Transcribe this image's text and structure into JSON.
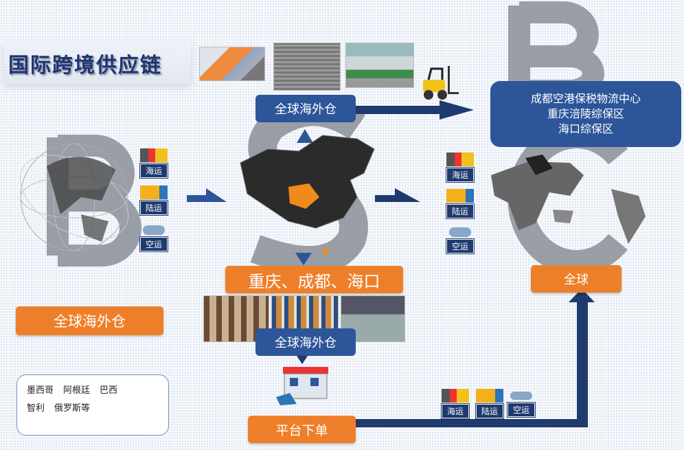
{
  "title": "国际跨境供应链",
  "top_warehouse_label": "全球海外仓",
  "zones": [
    "成都空港保税物流中心",
    "重庆涪陵综保区",
    "海口综保区"
  ],
  "cities_label": "重庆、成都、海口",
  "bottom_warehouse_label": "全球海外仓",
  "order_label": "平台下单",
  "global_label": "全球",
  "left_warehouse_label": "全球海外仓",
  "countries": [
    "墨西哥",
    "阿根廷",
    "巴西",
    "智利",
    "俄罗斯等"
  ],
  "transport": {
    "sea": "海运",
    "land": "陆运",
    "air": "空运"
  },
  "letters": {
    "left": "B",
    "center": "S",
    "right_top": "B",
    "right_bottom": "C"
  },
  "colors": {
    "blue": "#2d5599",
    "orange": "#ee7f2a",
    "navy": "#1e3a6e"
  }
}
